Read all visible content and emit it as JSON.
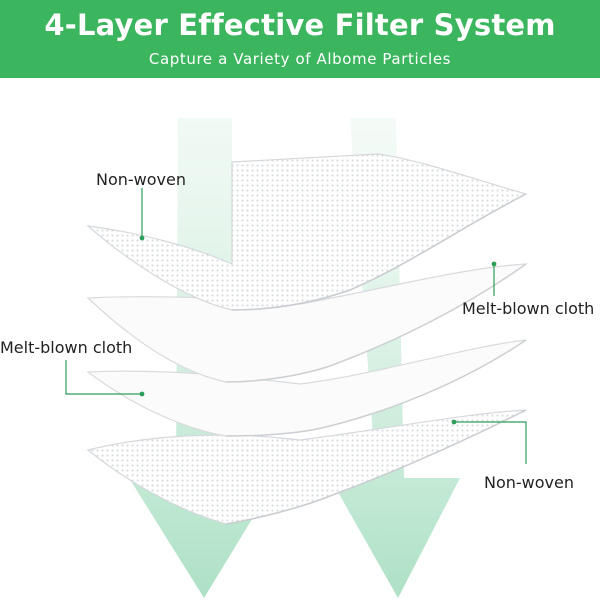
{
  "header": {
    "title": "4-Layer Effective Filter System",
    "subtitle": "Capture a Variety of Albome Particles"
  },
  "layers": [
    {
      "label": "Non-woven"
    },
    {
      "label": "Melt-blown cloth"
    },
    {
      "label": "Melt-blown cloth"
    },
    {
      "label": "Non-woven"
    }
  ],
  "colors": {
    "banner": "#3cb55f",
    "arrow": "#bfe8d2",
    "leader": "#2f9e5a",
    "text": "#222222"
  }
}
